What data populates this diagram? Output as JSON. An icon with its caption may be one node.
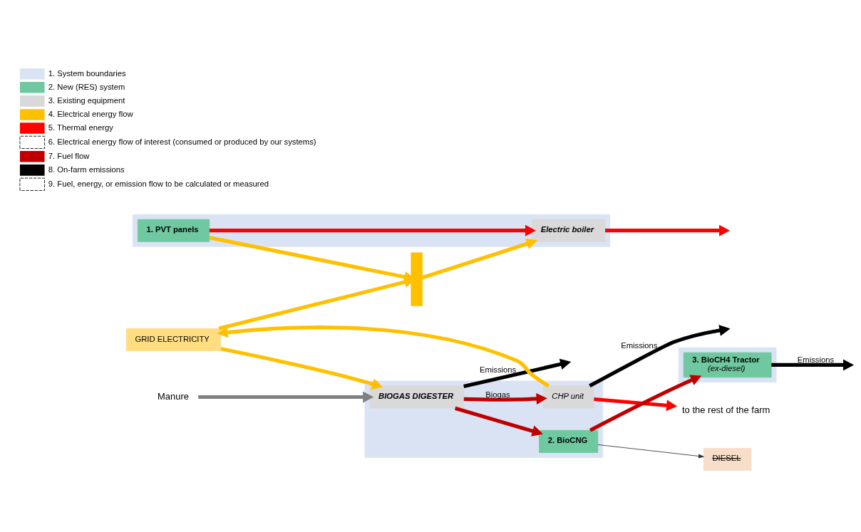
{
  "diagram": {
    "nodes": [
      {
        "text": [],
        "shape": "box"
      },
      {
        "text": [
          "1. PVT panels"
        ],
        "in": 0
      },
      {
        "text": [
          "Electric boiler"
        ],
        "in": 0
      },
      {
        "text": [
          "GRID ELECTRICITY"
        ]
      },
      {
        "text": [],
        "shape": "bar"
      },
      {
        "text": [],
        "shape": "box"
      },
      {
        "text": [
          "BIOGAS DIGESTER"
        ],
        "in": 5
      },
      {
        "text": [
          "CHP unit"
        ],
        "in": 5
      },
      {
        "text": [
          "2. BioCNG"
        ],
        "in": 5
      },
      {
        "text": [],
        "shape": "box"
      },
      {
        "text": [
          "3. BioCH4 Tractor",
          "(ex-diesel)"
        ],
        "in": 9
      },
      {
        "text": [
          "DIESEL"
        ]
      },
      {
        "text": [
          "Manure"
        ]
      },
      {
        "text": [
          "to the rest of the farm"
        ]
      }
    ],
    "edges": [
      {
        "from": 12,
        "to": 6,
        "arrow": "to",
        "color": "#808080"
      },
      {
        "from": 3,
        "to": 6,
        "arrow": "to"
      },
      {
        "from": 3,
        "to": 4,
        "arrow": "to"
      },
      {
        "from": 7,
        "to": 3,
        "arrow": "to"
      },
      {
        "from": 1,
        "to": 4,
        "arrow": "to"
      },
      {
        "from": 4,
        "to": 2,
        "arrow": "to"
      },
      {
        "from": 1,
        "to": 2,
        "arrow": "to",
        "color": "#ff0000"
      },
      {
        "from": 2,
        "to": null,
        "arrow": "to",
        "color": "#ff0000"
      },
      {
        "from": 6,
        "to": 7,
        "label": "Biogas",
        "arrow": "to",
        "color": "#c00000"
      },
      {
        "from": 6,
        "to": 8,
        "arrow": "to",
        "color": "#c00000"
      },
      {
        "from": 8,
        "to": 10,
        "arrow": "to",
        "color": "#c00000"
      },
      {
        "from": 7,
        "to": 13,
        "arrow": "to",
        "color": "#ff0000"
      },
      {
        "from": 6,
        "to": null,
        "label": "Emissions",
        "arrow": "to",
        "color": "#000000"
      },
      {
        "from": 7,
        "to": null,
        "label": "Emissions",
        "arrow": "to",
        "color": "#000000"
      },
      {
        "from": 10,
        "to": null,
        "label": "Emissions",
        "arrow": "to",
        "color": "#000000"
      },
      {
        "from": 8,
        "to": 11,
        "arrow": "to",
        "color": "#333333"
      }
    ],
    "legend": [
      {
        "text": "1. System boundaries",
        "color": "#dae3f3"
      },
      {
        "text": "2. New (RES) system",
        "color": "#70c8a0"
      },
      {
        "text": "3. Existing equipment",
        "color": "#d9d9d9"
      },
      {
        "text": "4. Electrical energy flow",
        "color": "#ffc000"
      },
      {
        "text": "5. Thermal energy",
        "color": "#ff0000"
      },
      {
        "text": "6. Electrical energy flow of interest (consumed or produced by our systems)"
      },
      {
        "text": "7. Fuel flow",
        "color": "#c00000"
      },
      {
        "text": "8. On-farm emissions",
        "color": "#000000"
      },
      {
        "text": "9. Fuel, energy, or emission flow to be calculated or measured"
      }
    ]
  }
}
